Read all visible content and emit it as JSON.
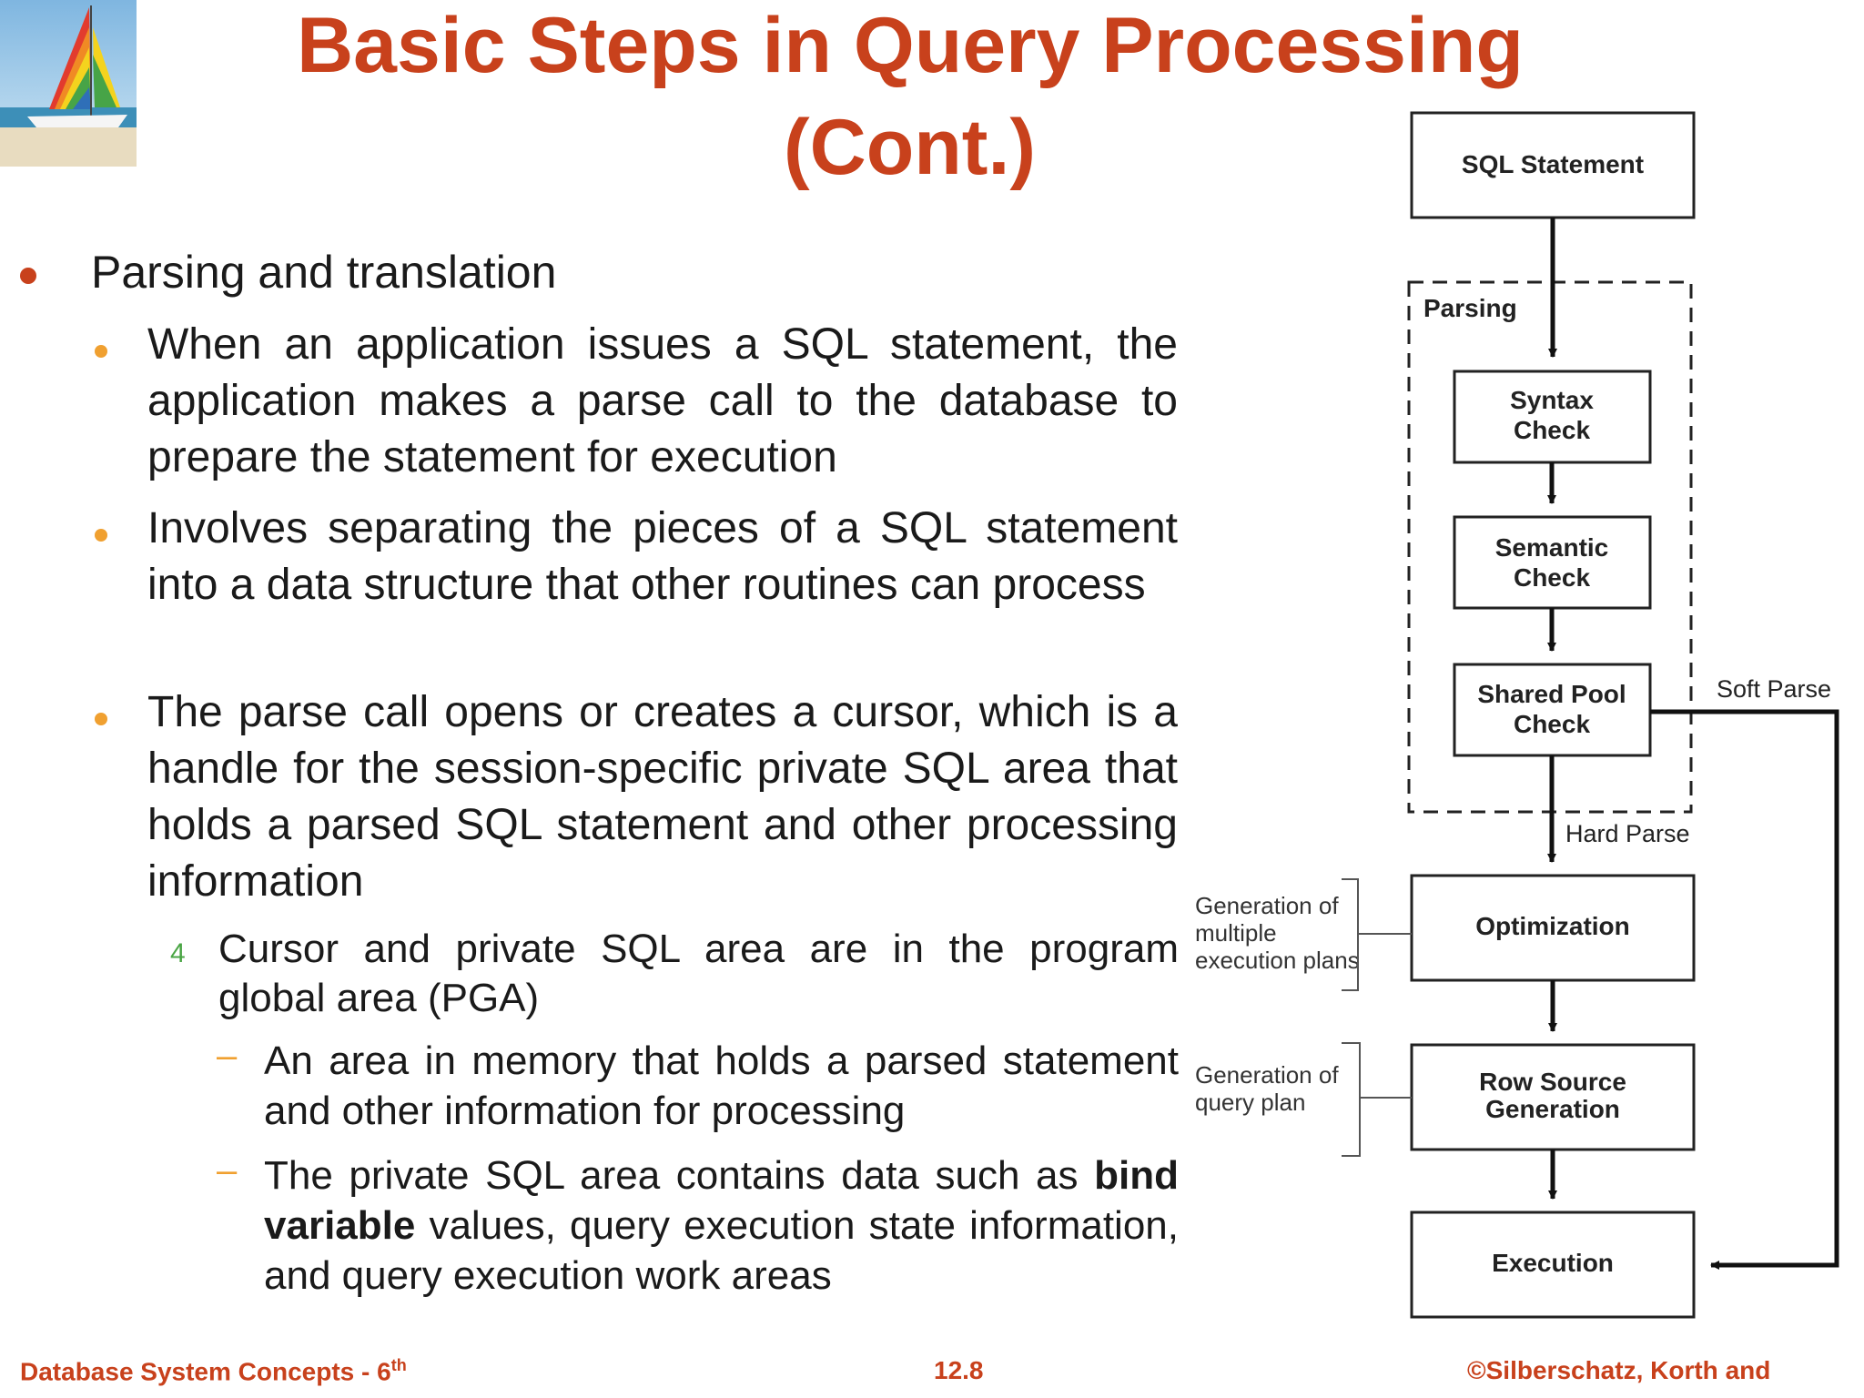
{
  "slide": {
    "title_line1": "Basic Steps in Query Processing",
    "title_line2": "(Cont.)"
  },
  "bullets": {
    "level1": "Parsing and translation",
    "level2": [
      "When an application issues a SQL statement, the application makes a parse call to the database to prepare the statement for execution",
      "Involves separating the pieces of a SQL statement into a data structure that other routines can process",
      "The parse call opens or creates a cursor, which is a handle for the session-specific private SQL area that holds a parsed SQL statement and other processing information"
    ],
    "level3_marker": "4",
    "level3": "Cursor and private SQL area are in the program global area (PGA)",
    "level4_marker": "–",
    "level4": [
      {
        "text": "An area in memory that holds a parsed statement and other information for processing"
      },
      {
        "pre": "The private SQL area contains data such as ",
        "bold": "bind variable",
        "post": " values, query execution state information, and query execution work areas"
      }
    ]
  },
  "diagram": {
    "boxes": {
      "sql_statement": "SQL Statement",
      "syntax_check_1": "Syntax",
      "syntax_check_2": "Check",
      "semantic_check_1": "Semantic",
      "semantic_check_2": "Check",
      "shared_pool_1": "Shared Pool",
      "shared_pool_2": "Check",
      "optimization": "Optimization",
      "row_source_1": "Row Source",
      "row_source_2": "Generation",
      "execution": "Execution"
    },
    "labels": {
      "parsing": "Parsing",
      "soft_parse": "Soft Parse",
      "hard_parse": "Hard Parse",
      "gen_multi_1": "Generation of",
      "gen_multi_2": "multiple",
      "gen_multi_3": "execution plans",
      "gen_query_1": "Generation of",
      "gen_query_2": "query plan"
    }
  },
  "footer": {
    "left": "Database System Concepts - 6",
    "left_sup": "th",
    "center": "12.8",
    "right": "©Silberschatz, Korth and"
  }
}
